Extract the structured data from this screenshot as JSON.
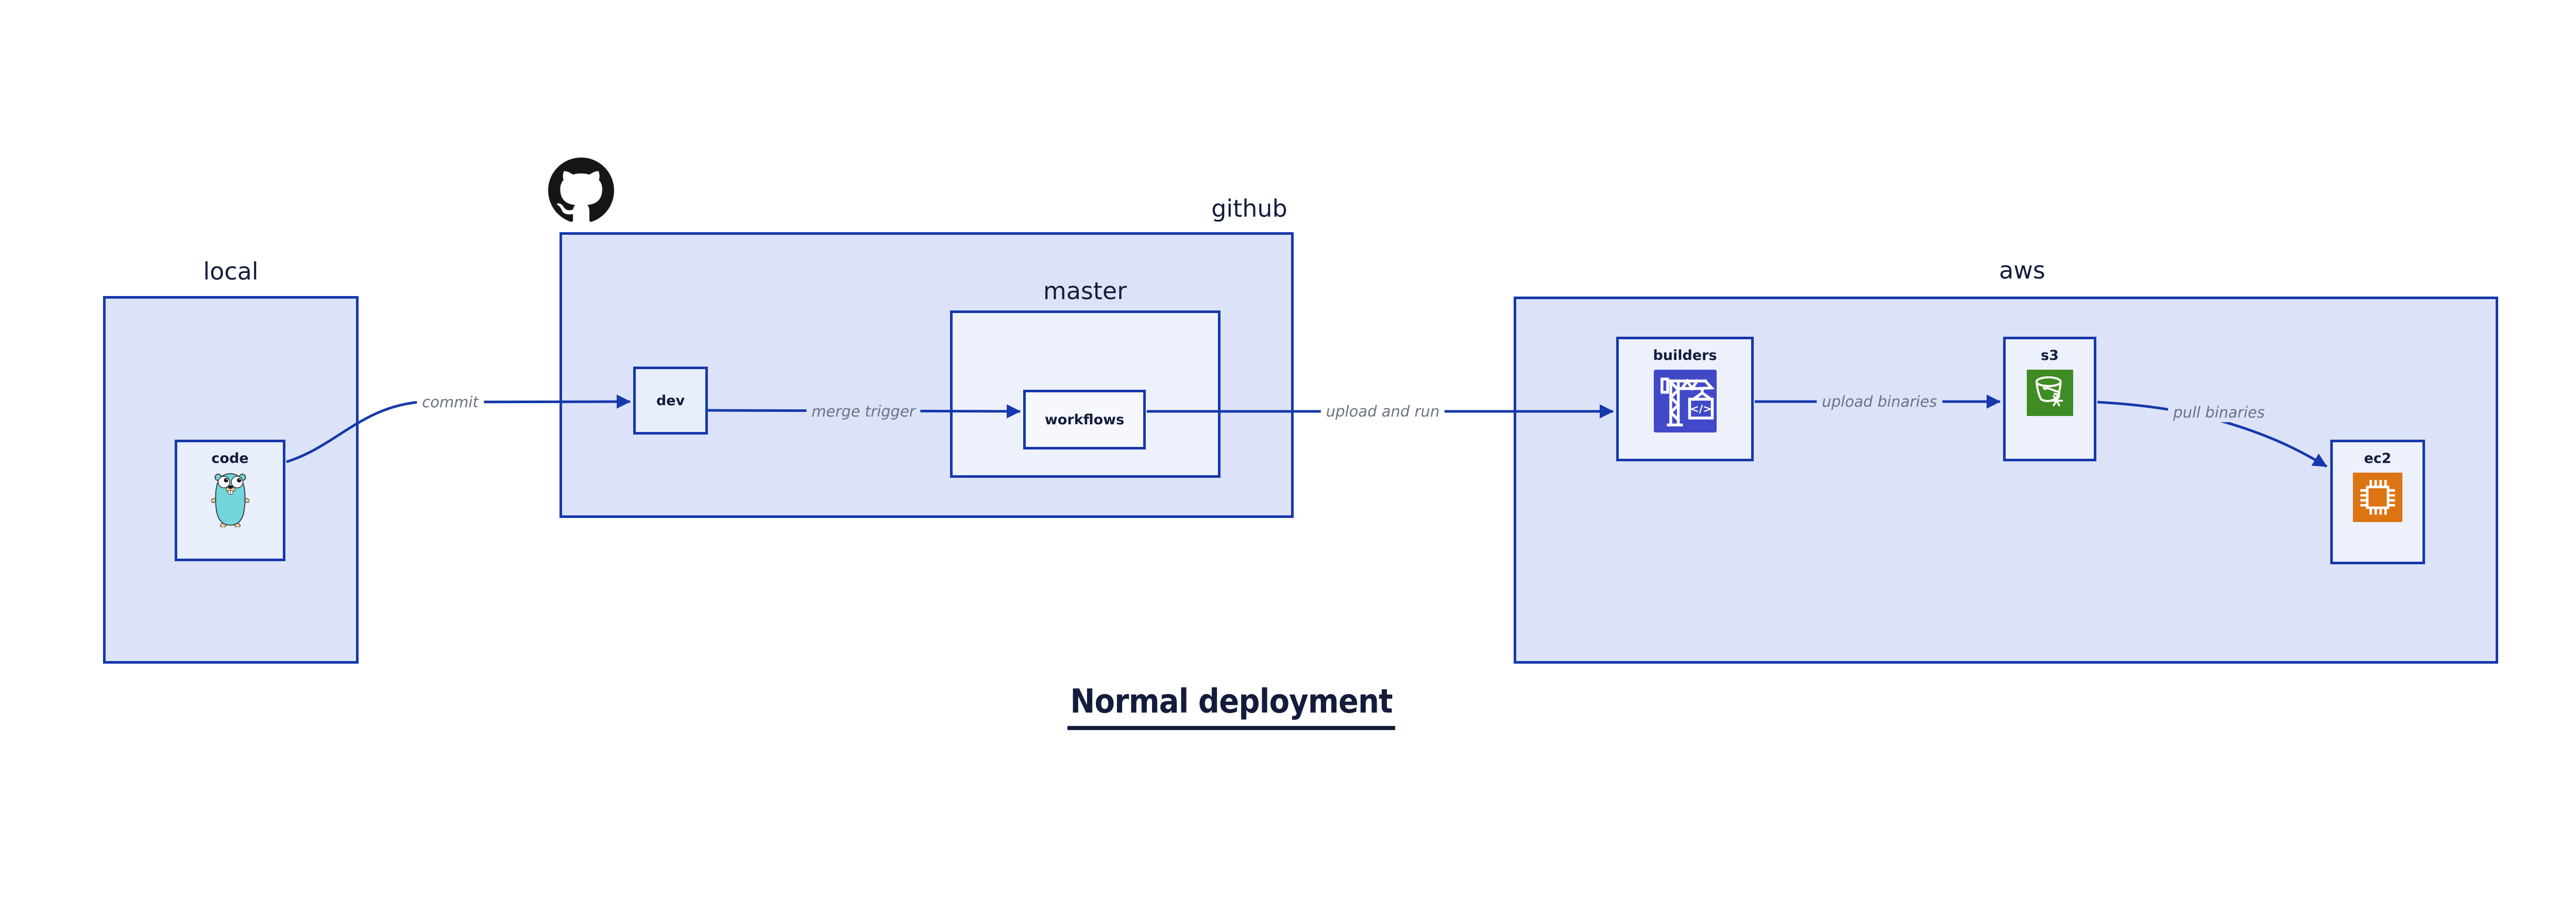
{
  "title": "Normal deployment",
  "groups": {
    "local": {
      "label": "local"
    },
    "github": {
      "label": "github"
    },
    "master": {
      "label": "master"
    },
    "aws": {
      "label": "aws"
    }
  },
  "nodes": {
    "code": {
      "label": "code"
    },
    "dev": {
      "label": "dev"
    },
    "workflows": {
      "label": "workflows"
    },
    "builders": {
      "label": "builders"
    },
    "s3": {
      "label": "s3"
    },
    "ec2": {
      "label": "ec2"
    }
  },
  "edges": {
    "commit": {
      "label": "commit"
    },
    "merge_trigger": {
      "label": "merge trigger"
    },
    "upload_and_run": {
      "label": "upload and run"
    },
    "upload_binaries": {
      "label": "upload binaries"
    },
    "pull_binaries": {
      "label": "pull binaries"
    }
  },
  "icons": {
    "github_logo": "github-octocat-mark",
    "code": "go-gopher",
    "builders": "aws-codebuild-crane",
    "s3": "aws-s3-glacier-bucket",
    "ec2": "aws-ec2-chip"
  },
  "colors": {
    "accent_blue": "#1638ab",
    "group_fill": "#dce3f8",
    "node_fill": "#e9eefb",
    "subgroup_fill": "#edf1fc",
    "leaf_fill": "#f6f8fe",
    "edge_label_gray": "#6b7280",
    "text_dark": "#131c3b",
    "github_black": "#171515",
    "codebuild_indigo": "#4149c9",
    "s3_green": "#3f8b24",
    "ec2_orange": "#dd7414",
    "gopher_teal": "#74d6dd",
    "gopher_skin": "#f2cf9e"
  }
}
